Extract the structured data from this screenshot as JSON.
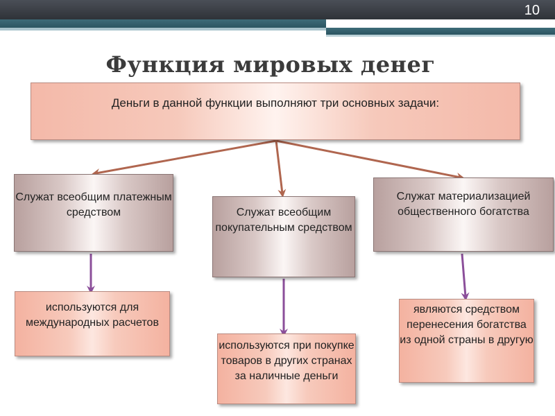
{
  "slide": {
    "page_number": "10"
  },
  "title": "Функция мировых денег",
  "top_box": {
    "text": "Деньги в данной функции выполняют три основных задачи:"
  },
  "tasks": [
    {
      "text": "Служат всеобщим платежным средством"
    },
    {
      "text": "Служат всеобщим покупательным средством"
    },
    {
      "text": "Служат материализацией общественного богатства"
    }
  ],
  "details": [
    {
      "text": "используются для международных расчетов"
    },
    {
      "text": "используются при покупке товаров в других странах за наличные деньги"
    },
    {
      "text": "являются средством перенесения богатства из одной страны в другую"
    }
  ],
  "colors": {
    "arrow_brown": "#b0664f",
    "arrow_purple": "#8b4f9a"
  }
}
